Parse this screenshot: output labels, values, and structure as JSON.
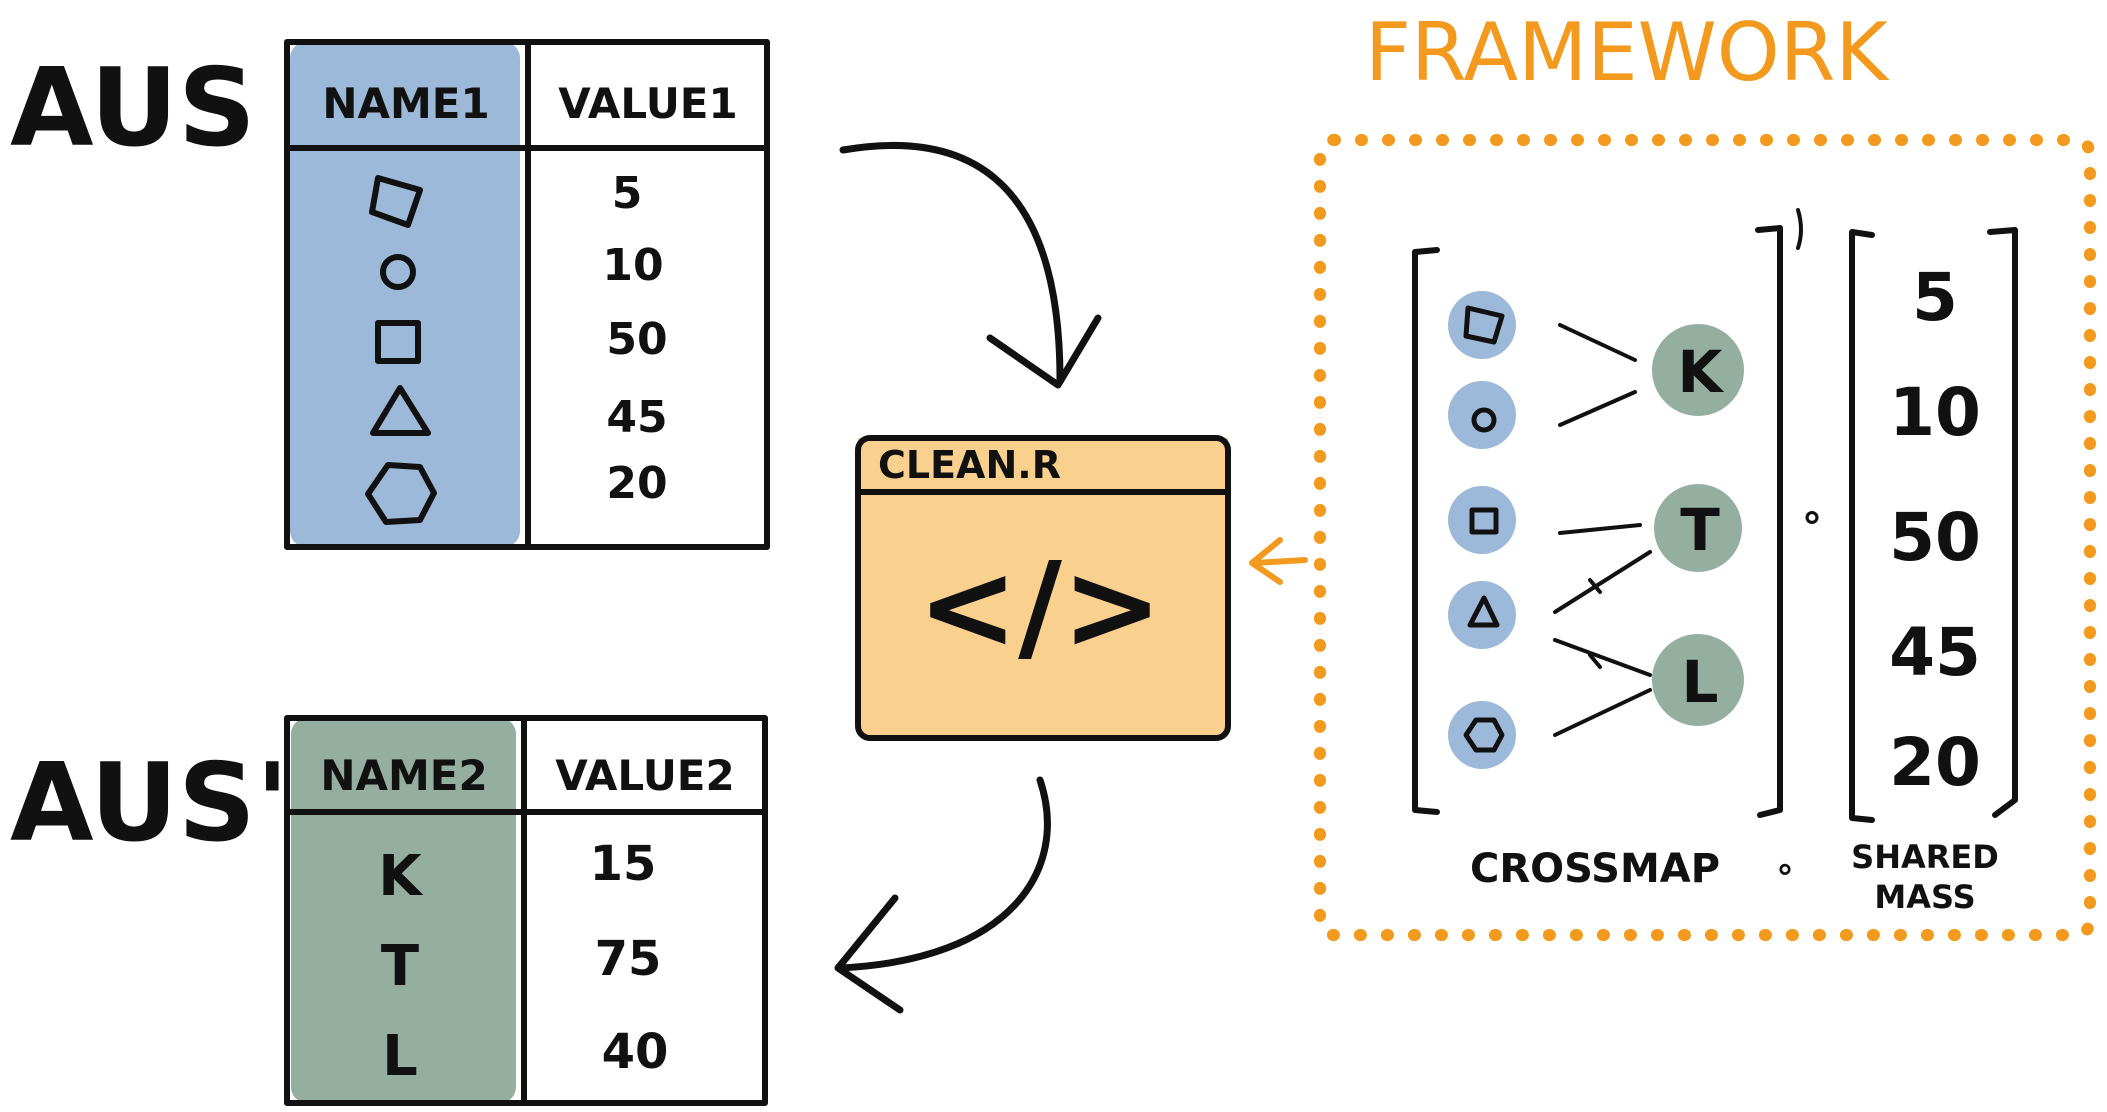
{
  "colors": {
    "ink": "#111111",
    "blue_fill": "#9DB9D9",
    "green_fill": "#94AE9F",
    "script_fill": "#F9D08E",
    "framework_orange": "#F39A1E"
  },
  "top_label": "AUS",
  "bottom_label": "AUS'",
  "table1": {
    "header_name": "NAME1",
    "header_value": "VALUE1",
    "rows": [
      {
        "symbol": "diamond-icon",
        "value": "5"
      },
      {
        "symbol": "circle-icon",
        "value": "10"
      },
      {
        "symbol": "square-icon",
        "value": "50"
      },
      {
        "symbol": "triangle-icon",
        "value": "45"
      },
      {
        "symbol": "hexagon-icon",
        "value": "20"
      }
    ]
  },
  "table2": {
    "header_name": "NAME2",
    "header_value": "VALUE2",
    "rows": [
      {
        "symbol": "K",
        "value": "15"
      },
      {
        "symbol": "T",
        "value": "75"
      },
      {
        "symbol": "L",
        "value": "40"
      }
    ]
  },
  "script": {
    "filename": "CLEAN.R",
    "code_icon": "</>"
  },
  "framework": {
    "title": "FRAMEWORK",
    "crossmap_rows": [
      "diamond-icon",
      "circle-icon",
      "square-icon",
      "triangle-icon",
      "hexagon-icon"
    ],
    "targets": [
      "K",
      "T",
      "L"
    ],
    "operator": "∘",
    "mass_values": [
      "5",
      "10",
      "50",
      "45",
      "20"
    ],
    "crossmap_label": "CROSSMAP",
    "operator_label": "∘",
    "shared_mass_label_line1": "SHARED",
    "shared_mass_label_line2": "MASS"
  }
}
